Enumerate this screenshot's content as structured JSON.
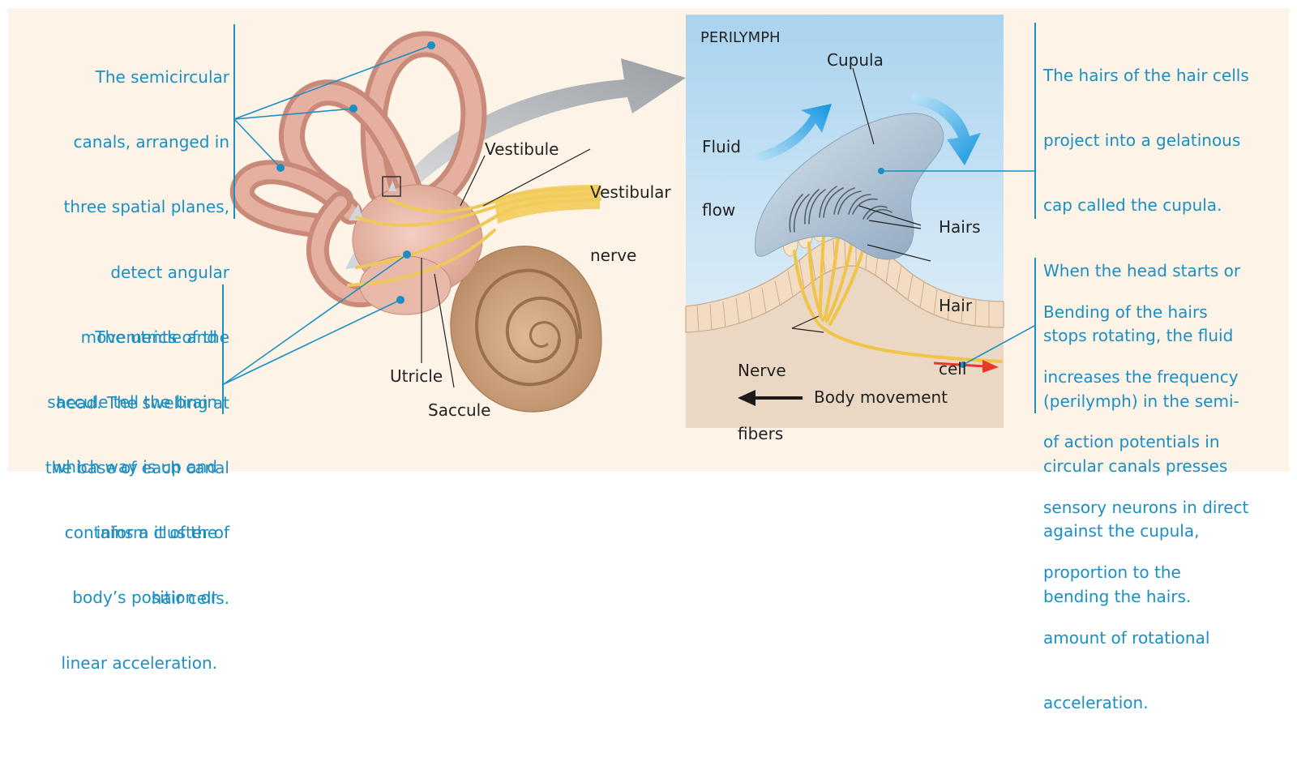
{
  "callouts": {
    "semicircular": [
      "The semicircular",
      "canals, arranged in",
      "three spatial planes,",
      "detect angular",
      "movements of the",
      "head. The swelling at",
      "the base of each canal",
      "contains a cluster of",
      "hair cells."
    ],
    "utricle_saccule": [
      "The utricle and",
      "saccule tell the brain",
      "which way is up and",
      "inform it of the",
      "body’s position or",
      "linear acceleration."
    ],
    "cupula": [
      "The hairs of the hair cells",
      "project into a gelatinous",
      "cap called the cupula.",
      "When the head starts or",
      "stops rotating, the fluid",
      "(perilymph) in the semi-",
      "circular canals presses",
      "against the cupula,",
      "bending the hairs."
    ],
    "bending": [
      "Bending of the hairs",
      "increases the frequency",
      "of action potentials in",
      "sensory neurons in direct",
      "proportion to the",
      "amount of rotational",
      "acceleration."
    ]
  },
  "labels": {
    "vestibule": "Vestibule",
    "vestibular_nerve": [
      "Vestibular",
      "nerve"
    ],
    "utricle": "Utricle",
    "saccule": "Saccule",
    "perilymph": "PERILYMPH",
    "cupula": "Cupula",
    "fluid_flow": [
      "Fluid",
      "flow"
    ],
    "hairs": "Hairs",
    "hair_cell": [
      "Hair",
      "cell"
    ],
    "nerve_fibers": [
      "Nerve",
      "fibers"
    ],
    "body_movement": "Body movement"
  },
  "colors": {
    "callout_text": "#1a8fc4",
    "panel_background": "#fdf3e6",
    "perilymph_fluid": "#bcdcf1",
    "ear_tissue": "#deaa94",
    "cochlea": "#c89c74",
    "nerve": "#f2cc5a",
    "cupula": "#aebfd0",
    "flow_arrow": "#1ea6e8",
    "action_potential": "#e53a2a"
  }
}
